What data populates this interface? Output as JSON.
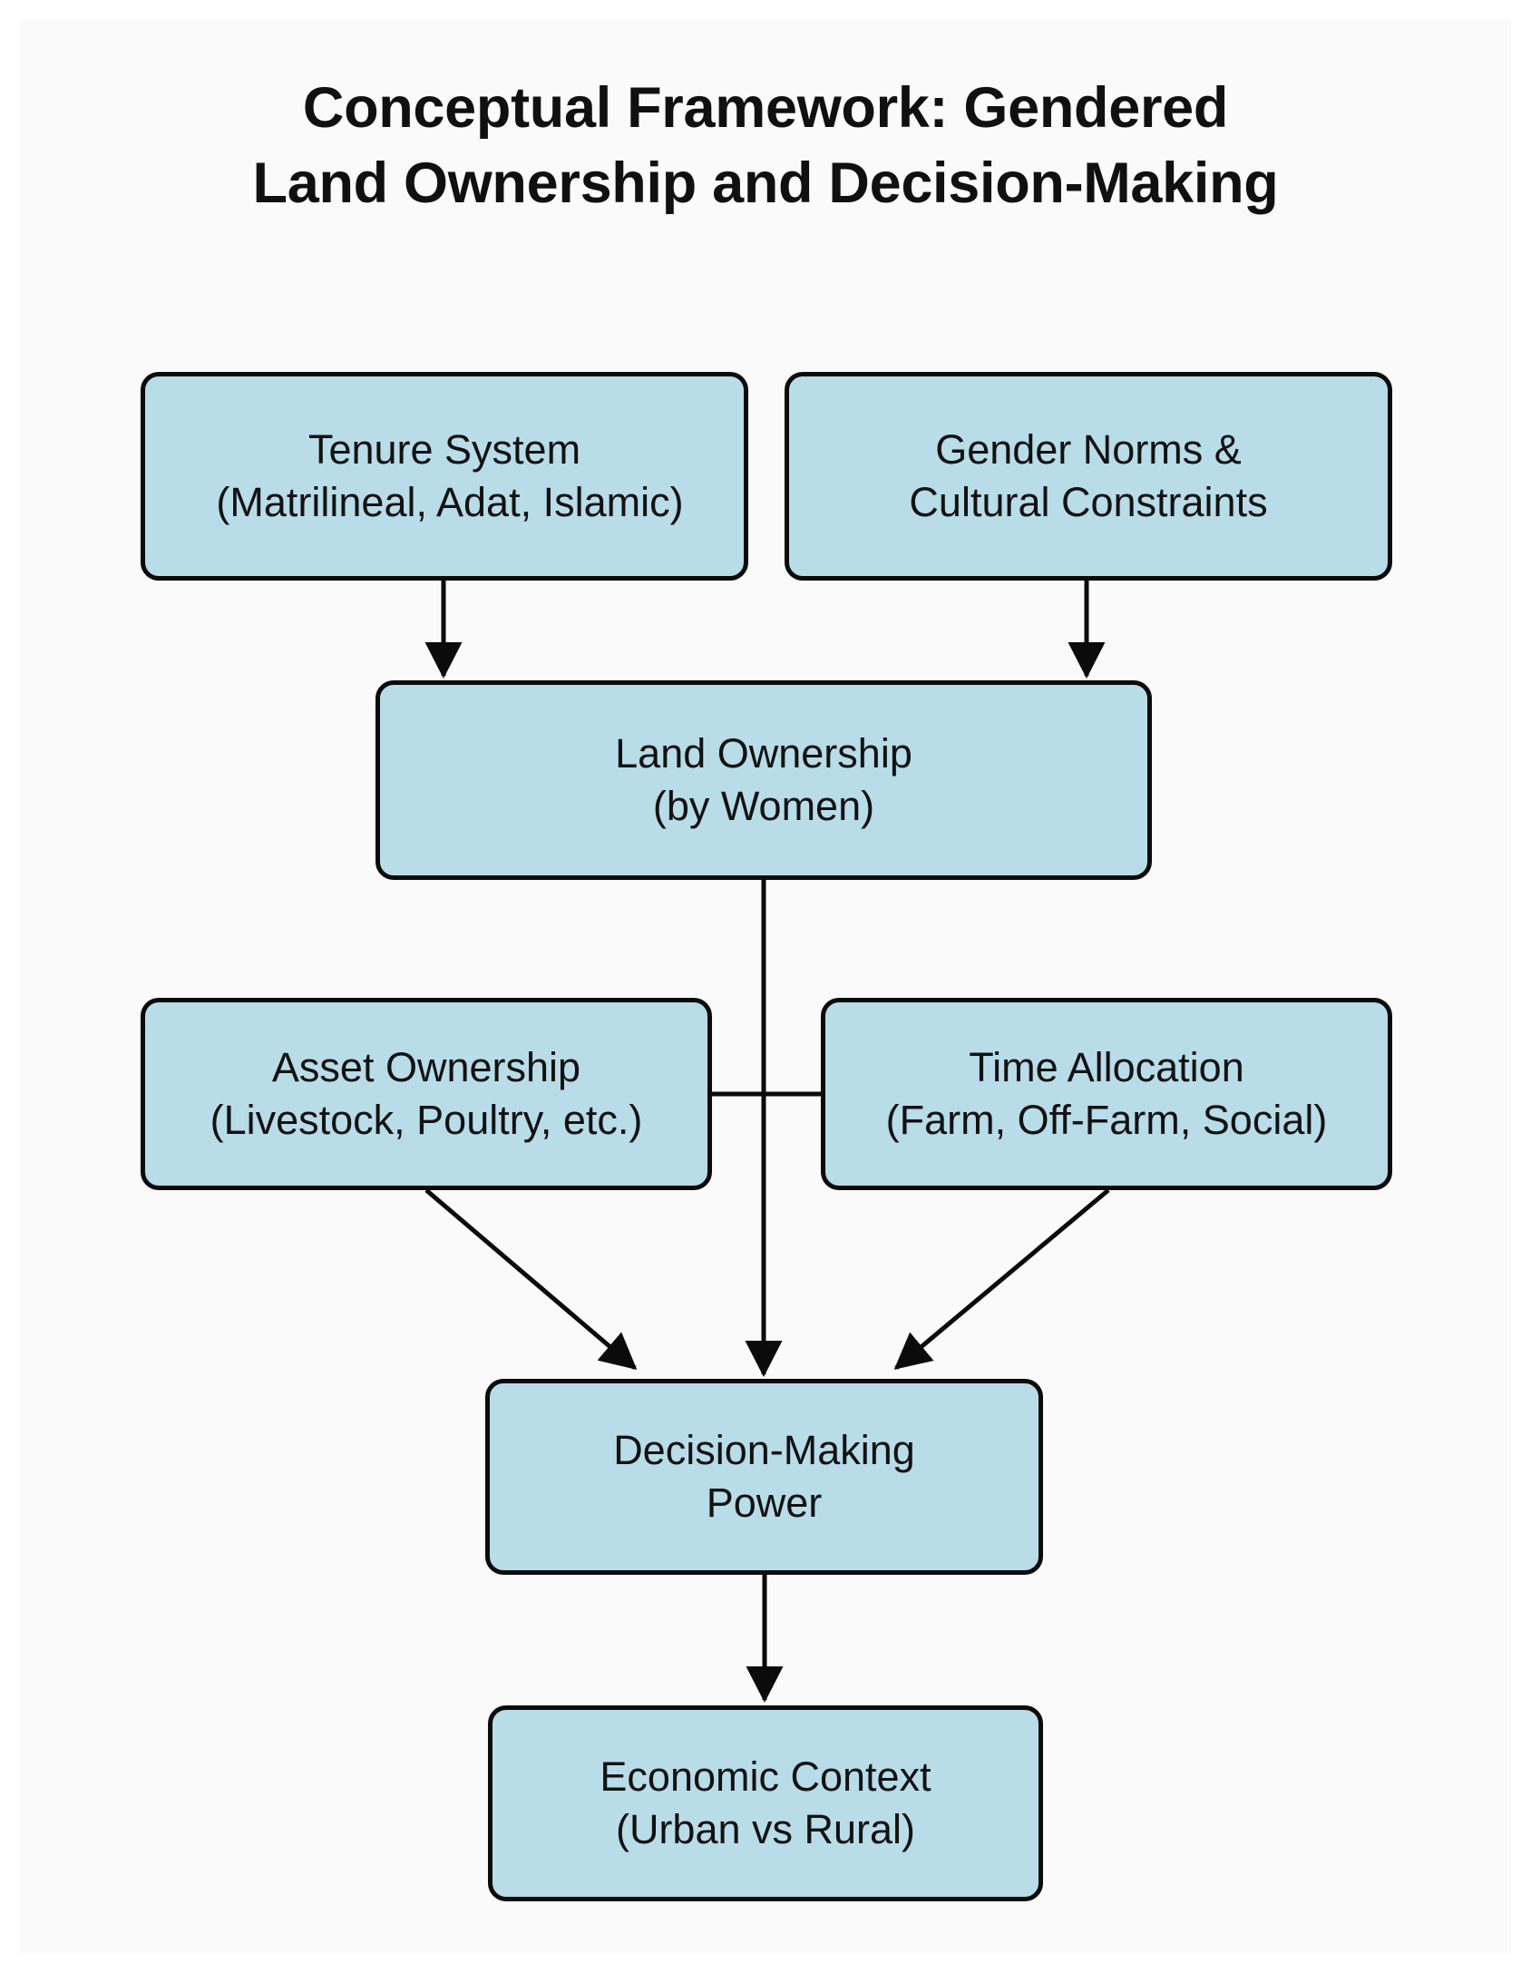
{
  "figure": {
    "title_line1": "Conceptual Framework: Gendered",
    "title_line2": "Land Ownership and Decision-Making",
    "background_color": "#fafafa",
    "node_fill_color": "#b8dce8",
    "node_border_color": "#0b0b0b",
    "text_color": "#121212"
  },
  "chart_data": {
    "type": "diagram",
    "title": "Conceptual Framework: Gendered Land Ownership and Decision-Making",
    "nodes": [
      {
        "id": "tenure",
        "line1": "Tenure System",
        "line2": "(Matrilineal, Adat, Islamic)"
      },
      {
        "id": "gender",
        "line1": "Gender Norms &",
        "line2": "Cultural Constraints"
      },
      {
        "id": "land",
        "line1": "Land Ownership",
        "line2": "(by Women)"
      },
      {
        "id": "asset",
        "line1": "Asset Ownership",
        "line2": "(Livestock, Poultry, etc.)"
      },
      {
        "id": "time",
        "line1": "Time Allocation",
        "line2": "(Farm, Off-Farm, Social)"
      },
      {
        "id": "decision",
        "line1": "Decision-Making",
        "line2": "Power"
      },
      {
        "id": "economic",
        "line1": "Economic Context",
        "line2": "(Urban vs Rural)"
      }
    ],
    "edges": [
      {
        "from": "tenure",
        "to": "land",
        "style": "arrow"
      },
      {
        "from": "gender",
        "to": "land",
        "style": "arrow"
      },
      {
        "from": "land",
        "to": "asset",
        "style": "line"
      },
      {
        "from": "land",
        "to": "time",
        "style": "line"
      },
      {
        "from": "land",
        "to": "decision",
        "style": "arrow"
      },
      {
        "from": "asset",
        "to": "decision",
        "style": "arrow"
      },
      {
        "from": "time",
        "to": "decision",
        "style": "arrow"
      },
      {
        "from": "decision",
        "to": "economic",
        "style": "arrow"
      }
    ],
    "legend": [],
    "orientation": "top-to-bottom"
  }
}
